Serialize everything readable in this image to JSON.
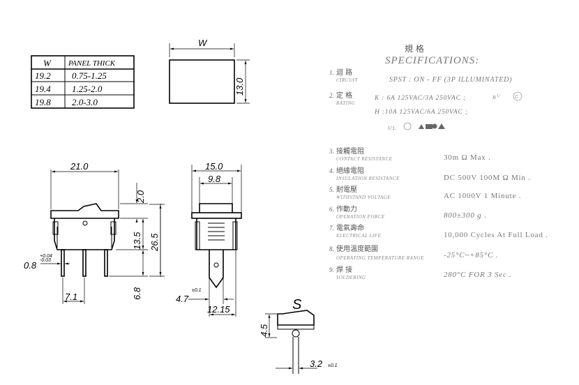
{
  "panel_table": {
    "header_w": "W",
    "header_thick": "PANEL THICK",
    "rows": [
      {
        "w": "19.2",
        "thick": "0.75-1.25"
      },
      {
        "w": "19.4",
        "thick": "1.25-2.0"
      },
      {
        "w": "19.8",
        "thick": "2.0-3.0"
      }
    ]
  },
  "cutout": {
    "w_label": "W",
    "height": "13.0"
  },
  "front_view": {
    "width": "21.0",
    "top": "2.0",
    "body": "13.5",
    "total": "26.5",
    "pin": "6.8",
    "pin_thick": "0.8",
    "tol_plus": "+0.04",
    "tol_minus": "-0.03",
    "pitch": "7.1"
  },
  "side_view": {
    "width": "15.0",
    "inner": "9.8",
    "terminal": "4.7",
    "terminal_tol": "±0.1",
    "overall": "12.15"
  },
  "s_view": {
    "label": "S",
    "height": "4.5",
    "width": "3.2",
    "width_tol": "±0.1"
  },
  "specs": {
    "title_cn": "規 格",
    "title_en": "SPECIFICATIONS:",
    "items": [
      {
        "num": "1.",
        "cn": "迴 路",
        "en": "CIRCUIT",
        "value": "SPST : ON - FF (3P ILLUMINATED)"
      },
      {
        "num": "2.",
        "cn": "定 格",
        "en": "RATING",
        "value": "K : 6A 125VAC/3A 250VAC ;",
        "value2": "H :10A 125VAC/6A 250VAC ;"
      },
      {
        "num": "3.",
        "cn": "接觸電阻",
        "en": "CONTACT RESISTANCE",
        "value": "30m Ω Max ."
      },
      {
        "num": "4.",
        "cn": "絕緣電阻",
        "en": "INSULATION RESISTANCE",
        "value": "DC 500V 100M Ω Min ."
      },
      {
        "num": "5.",
        "cn": "耐電壓",
        "en": "WITHSTAND VOLTAGE",
        "value": "AC 1000V 1 Minute ."
      },
      {
        "num": "6.",
        "cn": "作動力",
        "en": "OPERATION FORCE",
        "value": "800±300 g ."
      },
      {
        "num": "7.",
        "cn": "電氣壽命",
        "en": "ELECTRICAL LIFE",
        "value": "10,000 Cycles At Full Load ."
      },
      {
        "num": "8.",
        "cn": "使用溫度範圍",
        "en": "OPERATING TEMPERATURE RANGE",
        "value": "-25°C~+85°C ."
      },
      {
        "num": "9.",
        "cn": "焊 接",
        "en": "SOLDERING",
        "value": "280°C FOR 3 Sec ."
      }
    ],
    "cert_icons": [
      "ul-icon",
      "csa-icon",
      "ul-icon",
      "c-icon",
      "tuv-icon",
      "ce-icon",
      "vde-icon"
    ]
  }
}
